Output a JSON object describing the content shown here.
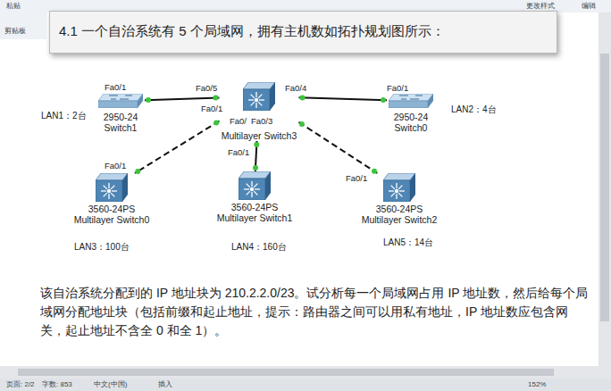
{
  "diagram": {
    "title": "4.1 一个自治系统有 5 个局域网，拥有主机数如拓扑规划图所示：",
    "caption": "该自治系统分配到的 IP 地址块为 210.2.2.0/23。试分析每一个局域网占用 IP 地址数，然后给每个局域网分配地址块（包括前缀和起止地址，提示：路由器之间可以用私有地址，IP 地址数应包含网关，起止地址不含全 0 和全 1）。",
    "nodes": [
      {
        "text": [
          "2950-24",
          "Switch1"
        ]
      },
      {
        "text": [
          "Multilayer Switch3"
        ]
      },
      {
        "text": [
          "2950-24",
          "Switch0"
        ]
      },
      {
        "text": [
          "3560-24PS",
          "Multilayer Switch0"
        ]
      },
      {
        "text": [
          "3560-24PS",
          "Multilayer Switch1"
        ]
      },
      {
        "text": [
          "3560-24PS",
          "Multilayer Switch2"
        ]
      }
    ],
    "edges": [
      {
        "from": 1,
        "to": 0,
        "arrow": "none"
      },
      {
        "from": 1,
        "to": 2,
        "arrow": "none"
      },
      {
        "from": 1,
        "to": 3,
        "arrow": "none"
      },
      {
        "from": 1,
        "to": 4,
        "arrow": "none"
      },
      {
        "from": 1,
        "to": 5,
        "arrow": "none"
      }
    ],
    "labels": [
      "粘贴",
      "剪贴板",
      "更改样式",
      "编辑",
      "LAN1：2台",
      "LAN2：4台",
      "LAN3：100台",
      "LAN4：160台",
      "LAN5：14台",
      "Fa0/1",
      "Fa0/5",
      "Fa0/1",
      "Fa0/4",
      "Fa0/1",
      "Fa0/",
      "Fa0/3",
      "Fa0/1",
      "Fa0/1",
      "Fa0/1",
      "页面: 2/2",
      "字数: 853",
      "中文(中国)",
      "插入",
      "152%"
    ]
  }
}
